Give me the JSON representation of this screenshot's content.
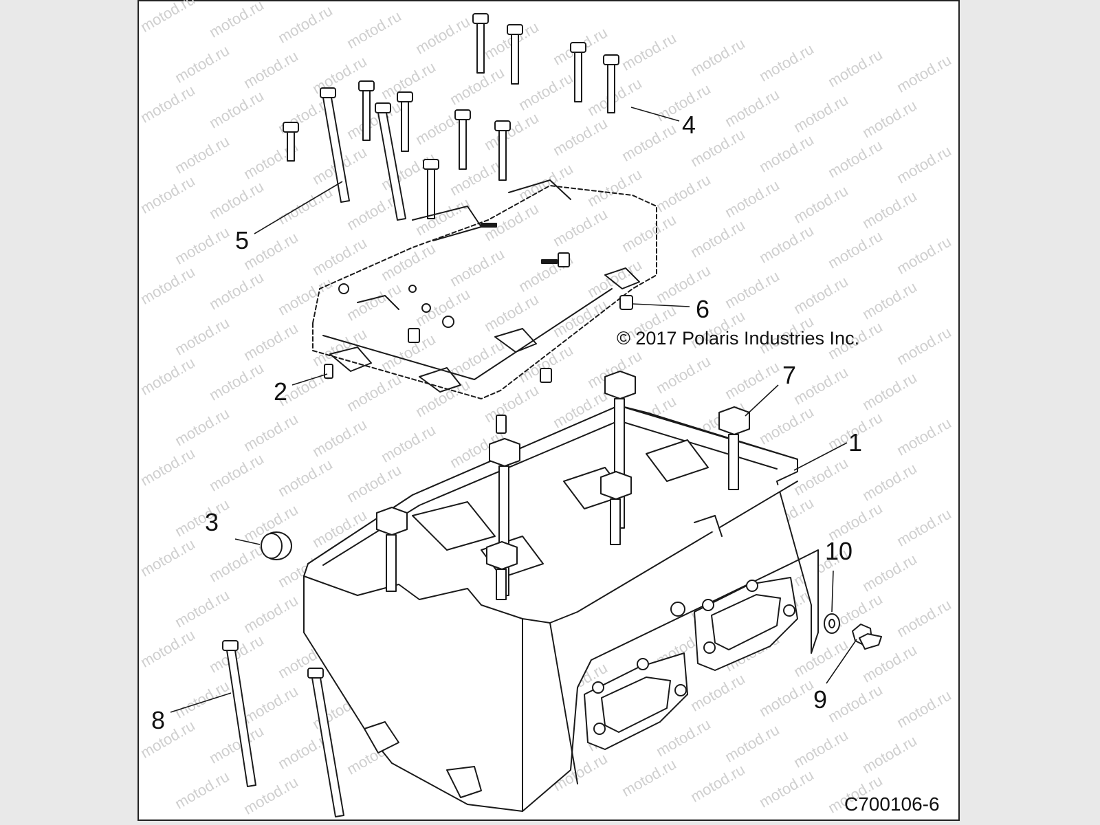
{
  "watermark": "motod.ru",
  "copyright": "© 2017 Polaris Industries Inc.",
  "figure_code": "C700106-6",
  "callouts": {
    "c1": "1",
    "c2": "2",
    "c3": "3",
    "c4": "4",
    "c5": "5",
    "c6": "6",
    "c7": "7",
    "c8": "8",
    "c9": "9",
    "c10": "10"
  },
  "colors": {
    "line": "#1a1a1a",
    "watermark": "#cfcfcf",
    "frame": "#222222"
  }
}
